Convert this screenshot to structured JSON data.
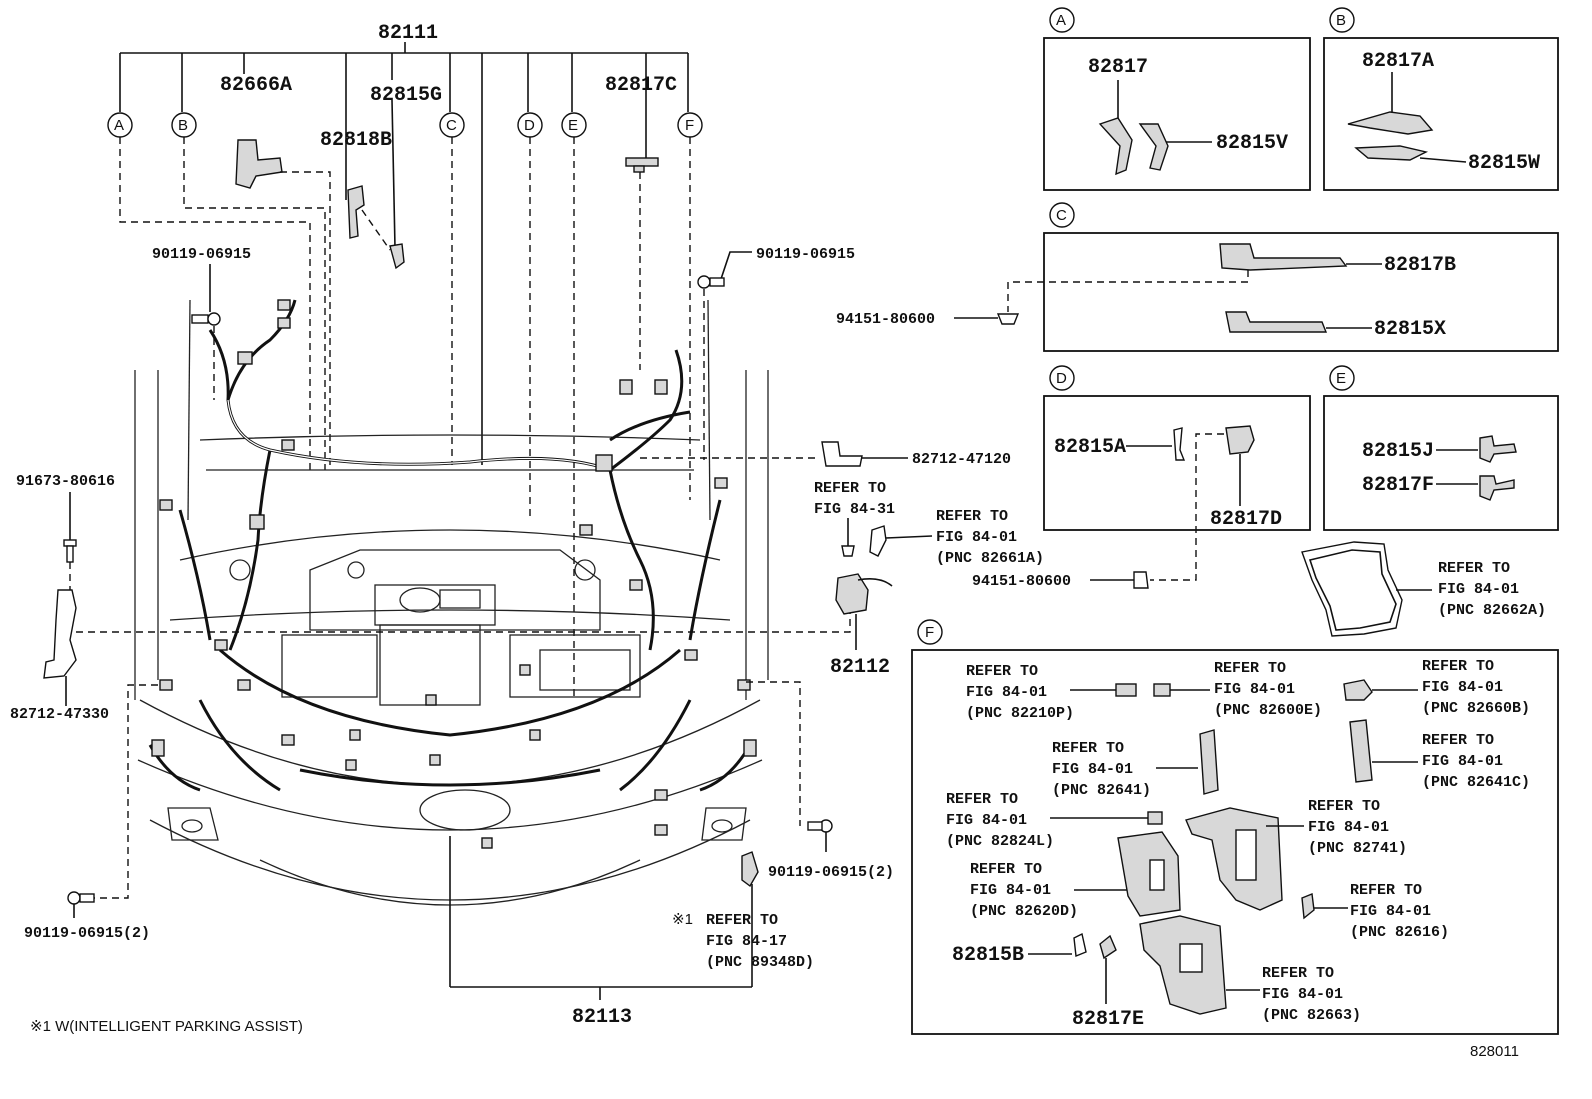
{
  "main_callouts": {
    "harness_82111": "82111",
    "p82666A": "82666A",
    "p82815G": "82815G",
    "p82818B": "82818B",
    "p82817C": "82817C",
    "bolt_top_left": "90119-06915",
    "bolt_top_right": "90119-06915",
    "p91673": "91673-80616",
    "bracket_left": "82712-47330",
    "bracket_right": "82712-47120",
    "bolt_bottom_left": "90119-06915(2)",
    "bolt_bottom_right": "90119-06915(2)",
    "harness_82112": "82112",
    "harness_82113": "82113",
    "clip_c": "94151-80600",
    "clip_d": "94151-80600"
  },
  "circle_labels": [
    "A",
    "B",
    "C",
    "D",
    "E",
    "F"
  ],
  "refers": {
    "ref_8431": [
      "REFER TO",
      "FIG 84-31"
    ],
    "ref_82661A": [
      "REFER TO",
      "FIG 84-01",
      "(PNC 82661A)"
    ],
    "ref_82662A": [
      "REFER TO",
      "FIG 84-01",
      "(PNC 82662A)"
    ],
    "ref_89348D": [
      "REFER TO",
      "FIG 84-17",
      "(PNC 89348D)"
    ],
    "ref_mark": "※1"
  },
  "panel_a": {
    "p1": "82817",
    "p2": "82815V"
  },
  "panel_b": {
    "p1": "82817A",
    "p2": "82815W"
  },
  "panel_c": {
    "p1": "82817B",
    "p2": "82815X"
  },
  "panel_d": {
    "p1": "82815A",
    "p2": "82817D"
  },
  "panel_e": {
    "p1": "82815J",
    "p2": "82817F"
  },
  "panel_f": {
    "refs": [
      [
        "REFER TO",
        "FIG 84-01",
        "(PNC 82210P)"
      ],
      [
        "REFER TO",
        "FIG 84-01",
        "(PNC 82600E)"
      ],
      [
        "REFER TO",
        "FIG 84-01",
        "(PNC 82660B)"
      ],
      [
        "REFER TO",
        "FIG 84-01",
        "(PNC 82641)"
      ],
      [
        "REFER TO",
        "FIG 84-01",
        "(PNC 82641C)"
      ],
      [
        "REFER TO",
        "FIG 84-01",
        "(PNC 82824L)"
      ],
      [
        "REFER TO",
        "FIG 84-01",
        "(PNC 82741)"
      ],
      [
        "REFER TO",
        "FIG 84-01",
        "(PNC 82620D)"
      ],
      [
        "REFER TO",
        "FIG 84-01",
        "(PNC 82616)"
      ],
      [
        "REFER TO",
        "FIG 84-01",
        "(PNC 82663)"
      ]
    ],
    "p82815B": "82815B",
    "p82817E": "82817E"
  },
  "footnote": "※1 W(INTELLIGENT PARKING ASSIST)",
  "figure_number": "828011"
}
